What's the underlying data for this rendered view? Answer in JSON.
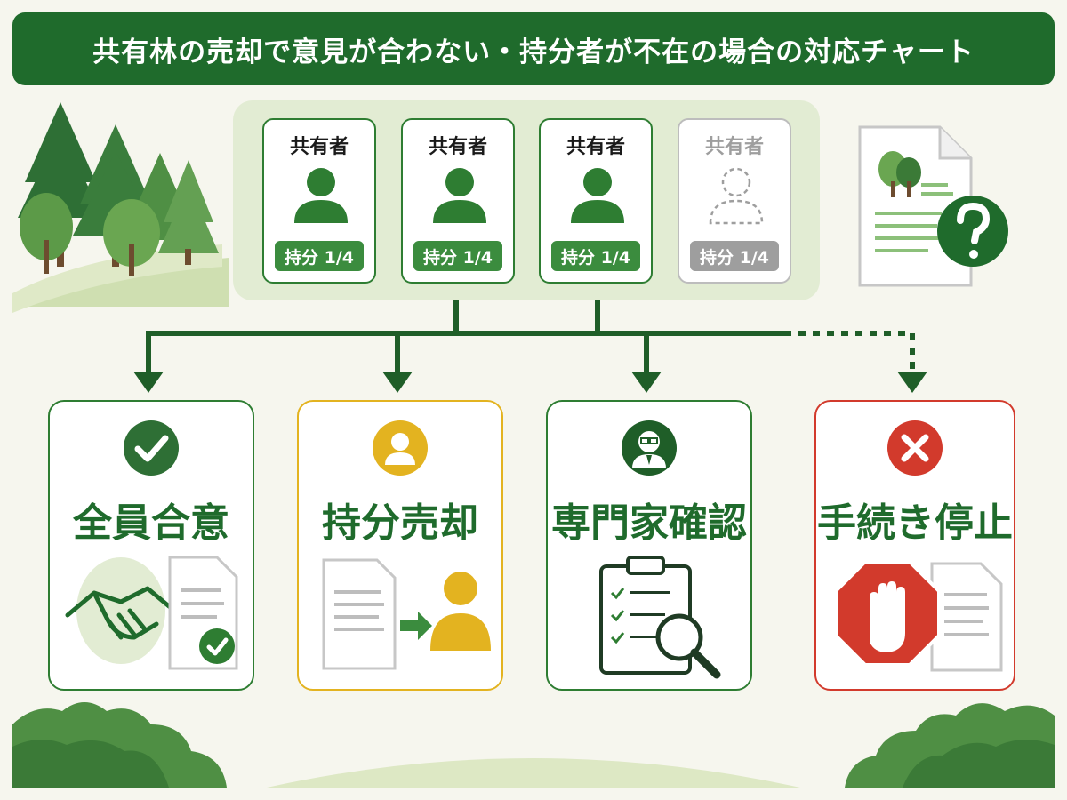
{
  "title": "共有林の売却で意見が合わない・持分者が不在の場合の対応チャート",
  "owners": [
    {
      "label": "共有者",
      "share": "持分 1/4",
      "status": "present"
    },
    {
      "label": "共有者",
      "share": "持分 1/4",
      "status": "present"
    },
    {
      "label": "共有者",
      "share": "持分 1/4",
      "status": "present"
    },
    {
      "label": "共有者",
      "share": "持分 1/4",
      "status": "absent"
    }
  ],
  "outcomes": [
    {
      "title": "全員合意",
      "badge_icon": "check-icon",
      "color": "#2e7d32"
    },
    {
      "title": "持分売却",
      "badge_icon": "person-icon",
      "color": "#e3b320"
    },
    {
      "title": "専門家確認",
      "badge_icon": "expert-icon",
      "color": "#2e7d32"
    },
    {
      "title": "手続き停止",
      "badge_icon": "cross-icon",
      "color": "#d23a2c"
    }
  ],
  "colors": {
    "brand_green": "#1f6b2c",
    "accent_green": "#2e7d32",
    "warning_yellow": "#e3b320",
    "stop_red": "#d23a2c",
    "inactive_gray": "#9e9e9e"
  }
}
